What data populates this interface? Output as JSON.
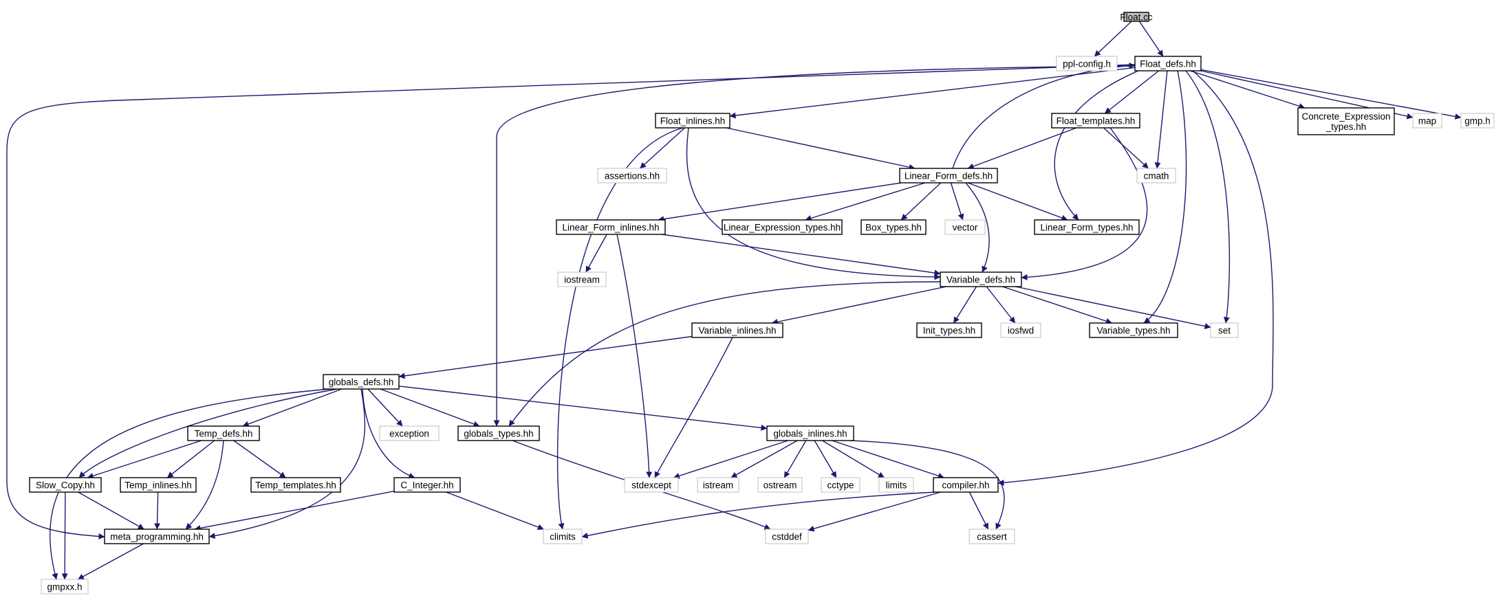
{
  "colors": {
    "edge": "#191970",
    "node_border": "#000000",
    "external_border": "#bfbfbf",
    "root_fill": "#bfbfbf",
    "background": "#ffffff"
  },
  "nodes": [
    {
      "id": "float_cc",
      "lines": [
        "Float.cc"
      ],
      "kind": "root"
    },
    {
      "id": "ppl_config_h",
      "lines": [
        "ppl-config.h"
      ],
      "kind": "external"
    },
    {
      "id": "float_defs",
      "lines": [
        "Float_defs.hh"
      ],
      "kind": "link"
    },
    {
      "id": "float_inlines",
      "lines": [
        "Float_inlines.hh"
      ],
      "kind": "link"
    },
    {
      "id": "float_templates",
      "lines": [
        "Float_templates.hh"
      ],
      "kind": "link"
    },
    {
      "id": "concrete_expr_types",
      "lines": [
        "Concrete_Expression",
        "_types.hh"
      ],
      "kind": "link"
    },
    {
      "id": "map",
      "lines": [
        "map"
      ],
      "kind": "external"
    },
    {
      "id": "gmp_h",
      "lines": [
        "gmp.h"
      ],
      "kind": "external"
    },
    {
      "id": "assertions",
      "lines": [
        "assertions.hh"
      ],
      "kind": "external"
    },
    {
      "id": "linear_form_defs",
      "lines": [
        "Linear_Form_defs.hh"
      ],
      "kind": "link"
    },
    {
      "id": "cmath",
      "lines": [
        "cmath"
      ],
      "kind": "external"
    },
    {
      "id": "linear_form_inlines",
      "lines": [
        "Linear_Form_inlines.hh"
      ],
      "kind": "link"
    },
    {
      "id": "linear_expression_types",
      "lines": [
        "Linear_Expression_types.hh"
      ],
      "kind": "link"
    },
    {
      "id": "box_types",
      "lines": [
        "Box_types.hh"
      ],
      "kind": "link"
    },
    {
      "id": "vector",
      "lines": [
        "vector"
      ],
      "kind": "external"
    },
    {
      "id": "linear_form_types",
      "lines": [
        "Linear_Form_types.hh"
      ],
      "kind": "link"
    },
    {
      "id": "iostream",
      "lines": [
        "iostream"
      ],
      "kind": "external"
    },
    {
      "id": "variable_defs",
      "lines": [
        "Variable_defs.hh"
      ],
      "kind": "link"
    },
    {
      "id": "variable_inlines",
      "lines": [
        "Variable_inlines.hh"
      ],
      "kind": "link"
    },
    {
      "id": "init_types",
      "lines": [
        "Init_types.hh"
      ],
      "kind": "link"
    },
    {
      "id": "iosfwd",
      "lines": [
        "iosfwd"
      ],
      "kind": "external"
    },
    {
      "id": "variable_types",
      "lines": [
        "Variable_types.hh"
      ],
      "kind": "link"
    },
    {
      "id": "set",
      "lines": [
        "set"
      ],
      "kind": "external"
    },
    {
      "id": "globals_defs",
      "lines": [
        "globals_defs.hh"
      ],
      "kind": "link"
    },
    {
      "id": "temp_defs",
      "lines": [
        "Temp_defs.hh"
      ],
      "kind": "link"
    },
    {
      "id": "exception",
      "lines": [
        "exception"
      ],
      "kind": "external"
    },
    {
      "id": "globals_types",
      "lines": [
        "globals_types.hh"
      ],
      "kind": "link"
    },
    {
      "id": "globals_inlines",
      "lines": [
        "globals_inlines.hh"
      ],
      "kind": "link"
    },
    {
      "id": "slow_copy",
      "lines": [
        "Slow_Copy.hh"
      ],
      "kind": "link"
    },
    {
      "id": "temp_inlines",
      "lines": [
        "Temp_inlines.hh"
      ],
      "kind": "link"
    },
    {
      "id": "temp_templates",
      "lines": [
        "Temp_templates.hh"
      ],
      "kind": "link"
    },
    {
      "id": "c_integer",
      "lines": [
        "C_Integer.hh"
      ],
      "kind": "link"
    },
    {
      "id": "stdexcept",
      "lines": [
        "stdexcept"
      ],
      "kind": "external"
    },
    {
      "id": "istream",
      "lines": [
        "istream"
      ],
      "kind": "external"
    },
    {
      "id": "ostream",
      "lines": [
        "ostream"
      ],
      "kind": "external"
    },
    {
      "id": "cctype",
      "lines": [
        "cctype"
      ],
      "kind": "external"
    },
    {
      "id": "limits",
      "lines": [
        "limits"
      ],
      "kind": "external"
    },
    {
      "id": "compiler",
      "lines": [
        "compiler.hh"
      ],
      "kind": "link"
    },
    {
      "id": "meta_programming",
      "lines": [
        "meta_programming.hh"
      ],
      "kind": "link"
    },
    {
      "id": "climits",
      "lines": [
        "climits"
      ],
      "kind": "external"
    },
    {
      "id": "cstddef",
      "lines": [
        "cstddef"
      ],
      "kind": "external"
    },
    {
      "id": "cassert",
      "lines": [
        "cassert"
      ],
      "kind": "external"
    },
    {
      "id": "gmpxx_h",
      "lines": [
        "gmpxx.h"
      ],
      "kind": "external"
    }
  ],
  "edges": [
    [
      "float_cc",
      "ppl_config_h"
    ],
    [
      "float_cc",
      "float_defs"
    ],
    [
      "float_defs",
      "float_inlines"
    ],
    [
      "float_defs",
      "float_templates"
    ],
    [
      "float_defs",
      "concrete_expr_types"
    ],
    [
      "float_defs",
      "map"
    ],
    [
      "float_defs",
      "gmp_h"
    ],
    [
      "float_defs",
      "cmath"
    ],
    [
      "float_defs",
      "linear_form_types"
    ],
    [
      "float_defs",
      "variable_types"
    ],
    [
      "float_defs",
      "set"
    ],
    [
      "float_defs",
      "compiler"
    ],
    [
      "float_defs",
      "globals_types"
    ],
    [
      "float_defs",
      "meta_programming"
    ],
    [
      "float_inlines",
      "assertions"
    ],
    [
      "float_inlines",
      "linear_form_defs"
    ],
    [
      "float_inlines",
      "variable_defs"
    ],
    [
      "float_inlines",
      "climits"
    ],
    [
      "float_templates",
      "linear_form_defs"
    ],
    [
      "float_templates",
      "cmath"
    ],
    [
      "float_templates",
      "variable_defs"
    ],
    [
      "linear_form_defs",
      "float_defs"
    ],
    [
      "linear_form_defs",
      "linear_form_inlines"
    ],
    [
      "linear_form_defs",
      "linear_expression_types"
    ],
    [
      "linear_form_defs",
      "box_types"
    ],
    [
      "linear_form_defs",
      "vector"
    ],
    [
      "linear_form_defs",
      "linear_form_types"
    ],
    [
      "linear_form_defs",
      "variable_defs"
    ],
    [
      "linear_form_inlines",
      "iostream"
    ],
    [
      "linear_form_inlines",
      "variable_defs"
    ],
    [
      "linear_form_inlines",
      "stdexcept"
    ],
    [
      "variable_defs",
      "variable_inlines"
    ],
    [
      "variable_defs",
      "init_types"
    ],
    [
      "variable_defs",
      "iosfwd"
    ],
    [
      "variable_defs",
      "variable_types"
    ],
    [
      "variable_defs",
      "set"
    ],
    [
      "variable_defs",
      "globals_types"
    ],
    [
      "variable_inlines",
      "globals_defs"
    ],
    [
      "variable_inlines",
      "stdexcept"
    ],
    [
      "globals_defs",
      "temp_defs"
    ],
    [
      "globals_defs",
      "exception"
    ],
    [
      "globals_defs",
      "globals_types"
    ],
    [
      "globals_defs",
      "globals_inlines"
    ],
    [
      "globals_defs",
      "slow_copy"
    ],
    [
      "globals_defs",
      "c_integer"
    ],
    [
      "globals_defs",
      "meta_programming"
    ],
    [
      "globals_defs",
      "gmpxx_h"
    ],
    [
      "temp_defs",
      "slow_copy"
    ],
    [
      "temp_defs",
      "temp_inlines"
    ],
    [
      "temp_defs",
      "temp_templates"
    ],
    [
      "temp_defs",
      "meta_programming"
    ],
    [
      "slow_copy",
      "meta_programming"
    ],
    [
      "slow_copy",
      "gmpxx_h"
    ],
    [
      "temp_inlines",
      "meta_programming"
    ],
    [
      "c_integer",
      "meta_programming"
    ],
    [
      "c_integer",
      "climits"
    ],
    [
      "globals_types",
      "cstddef"
    ],
    [
      "globals_inlines",
      "stdexcept"
    ],
    [
      "globals_inlines",
      "istream"
    ],
    [
      "globals_inlines",
      "ostream"
    ],
    [
      "globals_inlines",
      "cctype"
    ],
    [
      "globals_inlines",
      "limits"
    ],
    [
      "globals_inlines",
      "compiler"
    ],
    [
      "globals_inlines",
      "cassert"
    ],
    [
      "compiler",
      "climits"
    ],
    [
      "compiler",
      "cstddef"
    ],
    [
      "compiler",
      "cassert"
    ],
    [
      "meta_programming",
      "gmpxx_h"
    ]
  ]
}
